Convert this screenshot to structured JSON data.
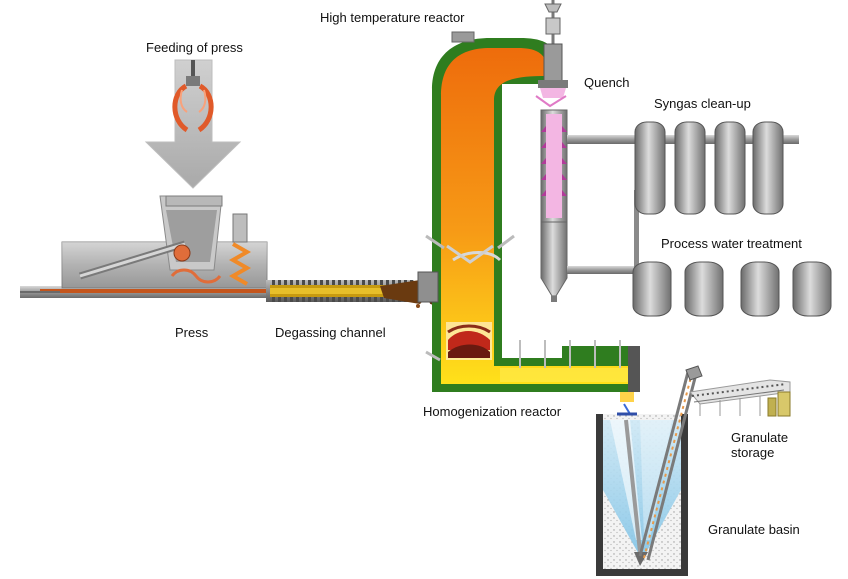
{
  "labels": {
    "feeding": "Feeding of press",
    "high_temp_reactor": "High temperature reactor",
    "quench": "Quench",
    "syngas": "Syngas clean-up",
    "process_water": "Process water treatment",
    "press": "Press",
    "degassing": "Degassing channel",
    "homogenization": "Homogenization reactor",
    "granulate_storage": "Granulate storage",
    "granulate_basin": "Granulate basin"
  },
  "colors": {
    "reactor_shell": "#2f7d1f",
    "reactor_fill_top": "#f07a10",
    "reactor_fill_bottom": "#ffe21a",
    "quench_pink": "#f3b6e3",
    "steel": "#9a9a9a",
    "water": "#a8d8f0",
    "granulate": "#e89a4a"
  },
  "icons": [
    "grab-claw-icon",
    "down-arrow-icon"
  ]
}
